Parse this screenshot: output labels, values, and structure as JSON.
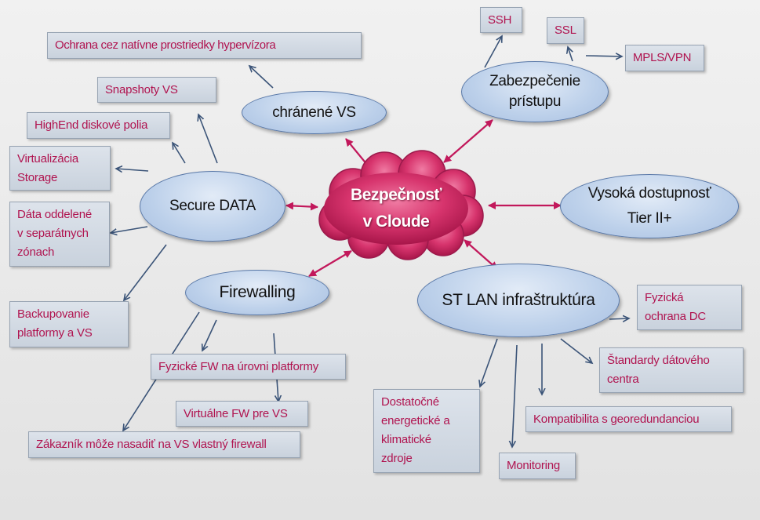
{
  "colors": {
    "box_text": "#b0134f",
    "connector": "#c2185b",
    "arrow": "#3b5478",
    "node_fill": "#bcd0ea",
    "cloud_fill": "#d7346d"
  },
  "center": {
    "label": "Bezpečnosť\nv Cloude"
  },
  "nodes": {
    "chranene": "chránené VS",
    "zabezpecenie": "Zabezpečenie\nprístupu",
    "secure_data": "Secure DATA",
    "vysoka": "Vysoká dostupnosť\nTier II+",
    "firewalling": "Firewalling",
    "st_lan": "ST LAN infraštruktúra"
  },
  "boxes": {
    "ssh": "SSH",
    "ssl": "SSL",
    "mpls": "MPLS/VPN",
    "ochrana": "Ochrana cez natívne prostriedky hypervízora",
    "snapshoty": "Snapshoty VS",
    "highend": "HighEnd diskové polia",
    "virtualizacia": "Virtualizácia\nStorage",
    "data_oddelene": "Dáta oddelené\nv separátnych\nzónach",
    "backup": "Backupovanie\nplatformy a VS",
    "fyzicke_fw": "Fyzické FW na úrovni platformy",
    "virtualne_fw": "Virtuálne FW pre VS",
    "zakaznik": "Zákazník môže nasadiť na VS vlastný firewall",
    "fyzicka_ochrana": "Fyzická\nochrana DC",
    "standardy": "Štandardy dátového\ncentra",
    "kompatibilita": "Kompatibilita s georedundanciou",
    "dostatocne": "Dostatočné\nenergetické a\nklimatické\nzdroje",
    "monitoring": "Monitoring"
  }
}
